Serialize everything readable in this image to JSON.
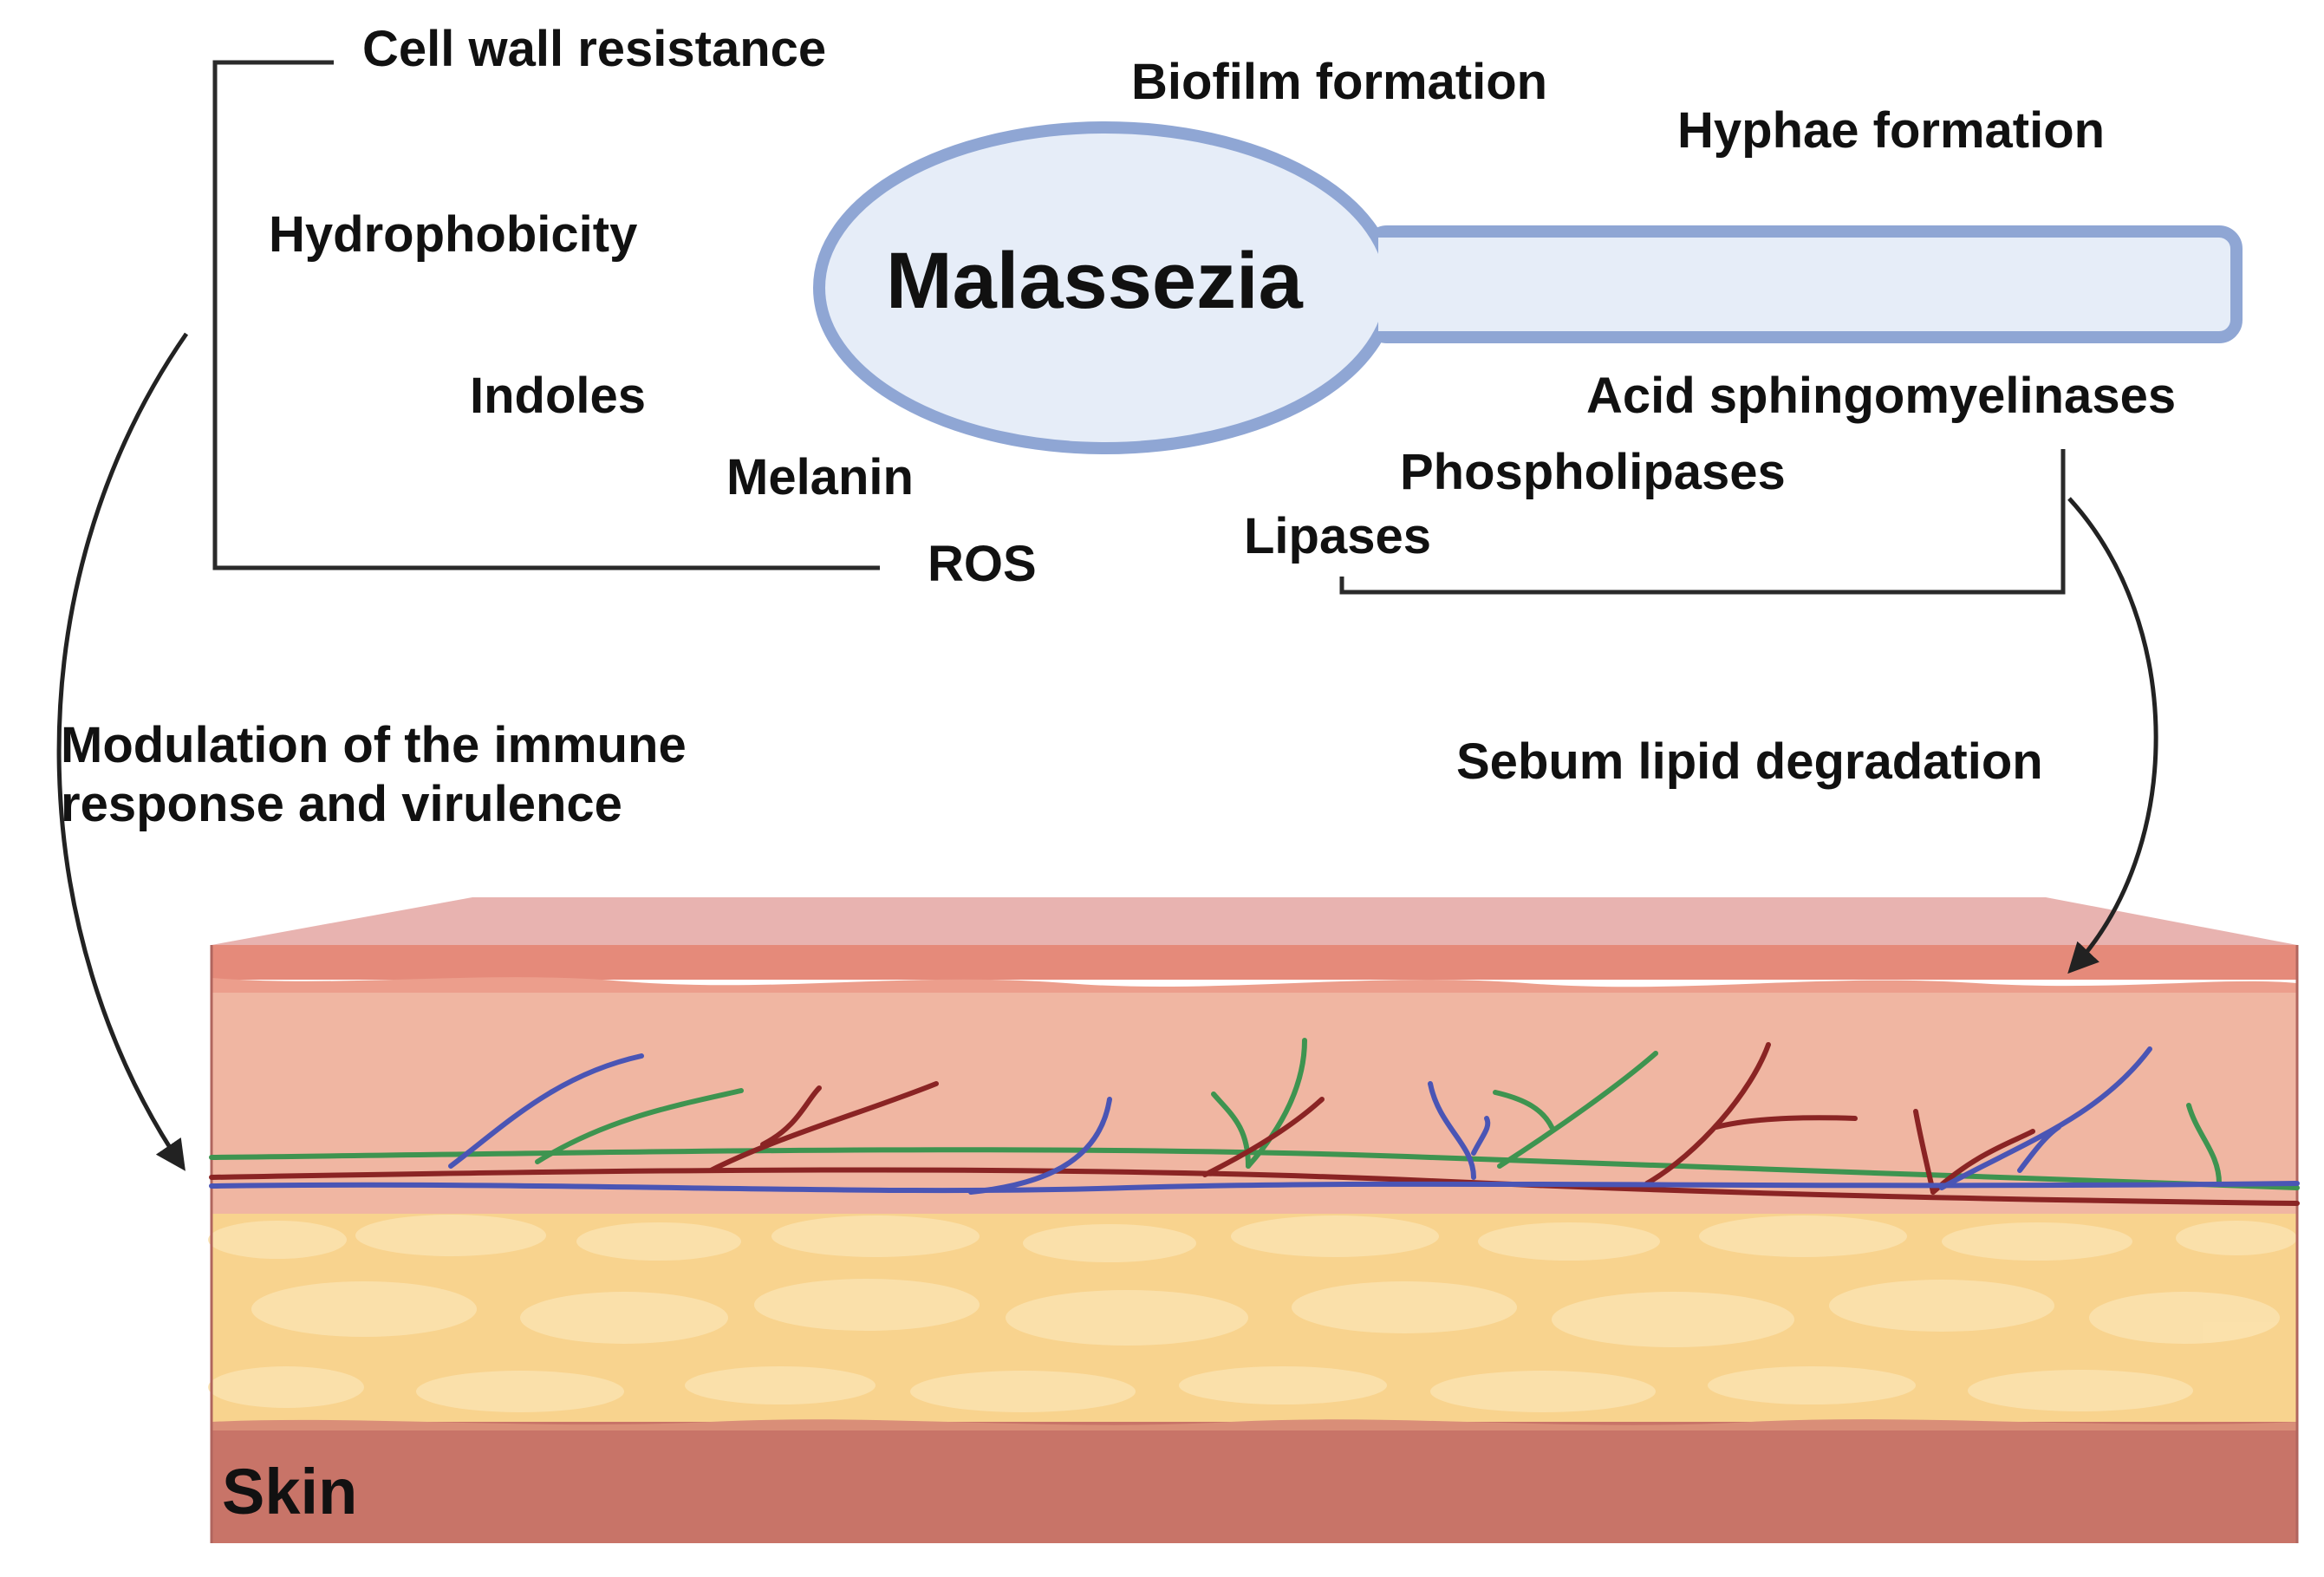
{
  "organism": {
    "name": "Malassezia"
  },
  "virulence_factors": {
    "cell_wall": "Cell wall resistance",
    "hydrophobicity": "Hydrophobicity",
    "indoles": "Indoles",
    "melanin": "Melanin",
    "ros": "ROS",
    "biofilm": "Biofilm formation",
    "hyphae": "Hyphae formation"
  },
  "enzymes": {
    "acid_sphingomyelinases": "Acid sphingomyelinases",
    "phospholipases": "Phospholipases",
    "lipases": "Lipases"
  },
  "effects": {
    "immune_line1": "Modulation of the immune",
    "immune_line2": "response and virulence",
    "sebum": "Sebum lipid degradation"
  },
  "tissue": {
    "label": "Skin"
  },
  "colors": {
    "cell_outline": "#8FA6D4",
    "cell_fill": "#E6EDF8",
    "epidermis_top": "#E8B3B0",
    "stratum_line": "#E58A7A",
    "dermis": "#F0B6A2",
    "fat": "#F8D38E",
    "fat_highlight": "#FBE2AE",
    "hypodermis": "#C87468",
    "nerve_green": "#3E9450",
    "vein_blue": "#4A55B5",
    "artery_red": "#8A2424",
    "bracket": "#2A2A2A"
  }
}
